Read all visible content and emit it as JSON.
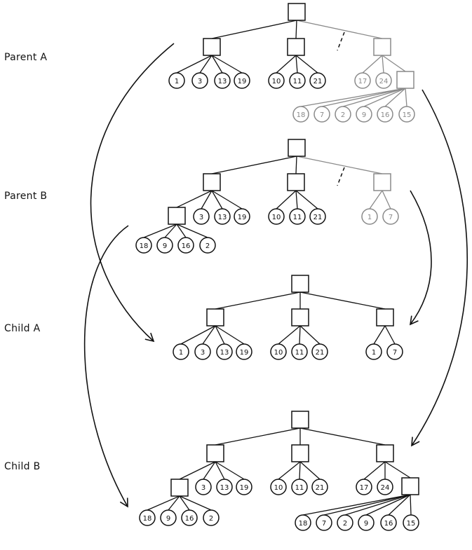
{
  "colors": {
    "ink": "#111111",
    "faded": "#8a8a8a",
    "background": "#ffffff"
  },
  "rows": [
    {
      "label": "Parent A",
      "name": "parent-a"
    },
    {
      "label": "Parent B",
      "name": "parent-b"
    },
    {
      "label": "Child A",
      "name": "child-a"
    },
    {
      "label": "Child B",
      "name": "child-b"
    }
  ],
  "trees": {
    "parent_a": {
      "branches": [
        {
          "leaves": [
            "1",
            "3",
            "13",
            "19"
          ]
        },
        {
          "leaves": [
            "10",
            "11",
            "21"
          ]
        },
        {
          "faded": true,
          "leaves": [
            "17",
            "24"
          ],
          "sub": {
            "leaves": [
              "18",
              "7",
              "2",
              "9",
              "16",
              "15"
            ]
          }
        }
      ]
    },
    "parent_b": {
      "branches": [
        {
          "sub": {
            "leaves": [
              "18",
              "9",
              "16",
              "2"
            ]
          },
          "leaves": [
            "3",
            "13",
            "19"
          ]
        },
        {
          "leaves": [
            "10",
            "11",
            "21"
          ]
        },
        {
          "faded": true,
          "leaves": [
            "1",
            "7"
          ]
        }
      ]
    },
    "child_a": {
      "branches": [
        {
          "leaves": [
            "1",
            "3",
            "13",
            "19"
          ]
        },
        {
          "leaves": [
            "10",
            "11",
            "21"
          ]
        },
        {
          "leaves": [
            "1",
            "7"
          ]
        }
      ]
    },
    "child_b": {
      "branches": [
        {
          "sub": {
            "leaves": [
              "18",
              "9",
              "16",
              "2"
            ]
          },
          "leaves": [
            "3",
            "13",
            "19"
          ]
        },
        {
          "leaves": [
            "10",
            "11",
            "21"
          ]
        },
        {
          "leaves": [
            "17",
            "24"
          ],
          "sub": {
            "leaves": [
              "18",
              "7",
              "2",
              "9",
              "16",
              "15"
            ]
          }
        }
      ]
    }
  }
}
